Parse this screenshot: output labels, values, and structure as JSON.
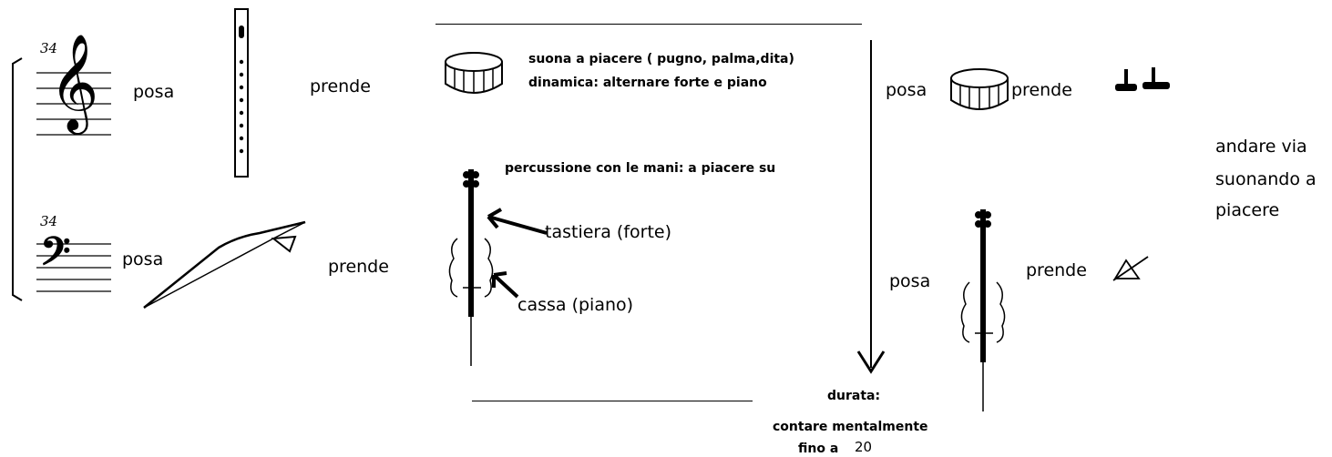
{
  "measure_numbers": {
    "top": "34",
    "bottom": "34"
  },
  "top_staff": {
    "posa_label": "posa",
    "prende_label": "prende"
  },
  "bottom_staff": {
    "posa_label": "posa",
    "prende_label": "prende"
  },
  "middle": {
    "drum_instruction_line1": "suona a piacere ( pugno, palma,dita)",
    "drum_instruction_line2": "dinamica: alternare forte e piano",
    "percussion_instruction": "percussione con le mani: a piacere su",
    "fingerboard_label": "tastiera (forte)",
    "body_label": "cassa (piano)"
  },
  "duration": {
    "title": "durata:",
    "line1": "contare mentalmente",
    "line2": "fino a",
    "count": "20"
  },
  "right_top": {
    "posa_label": "posa",
    "prende_label": "prende"
  },
  "right_bottom": {
    "posa_label": "posa",
    "prende_label": "prende"
  },
  "exit_instruction": {
    "line1": "andare via",
    "line2": "suonando a",
    "line3": "piacere"
  },
  "icons": [
    "treble-clef-icon",
    "bass-clef-icon",
    "recorder-flute-icon",
    "cello-bow-icon",
    "drum-icon",
    "cello-icon",
    "arrow-icon",
    "mallets-icon",
    "triangle-icon"
  ]
}
